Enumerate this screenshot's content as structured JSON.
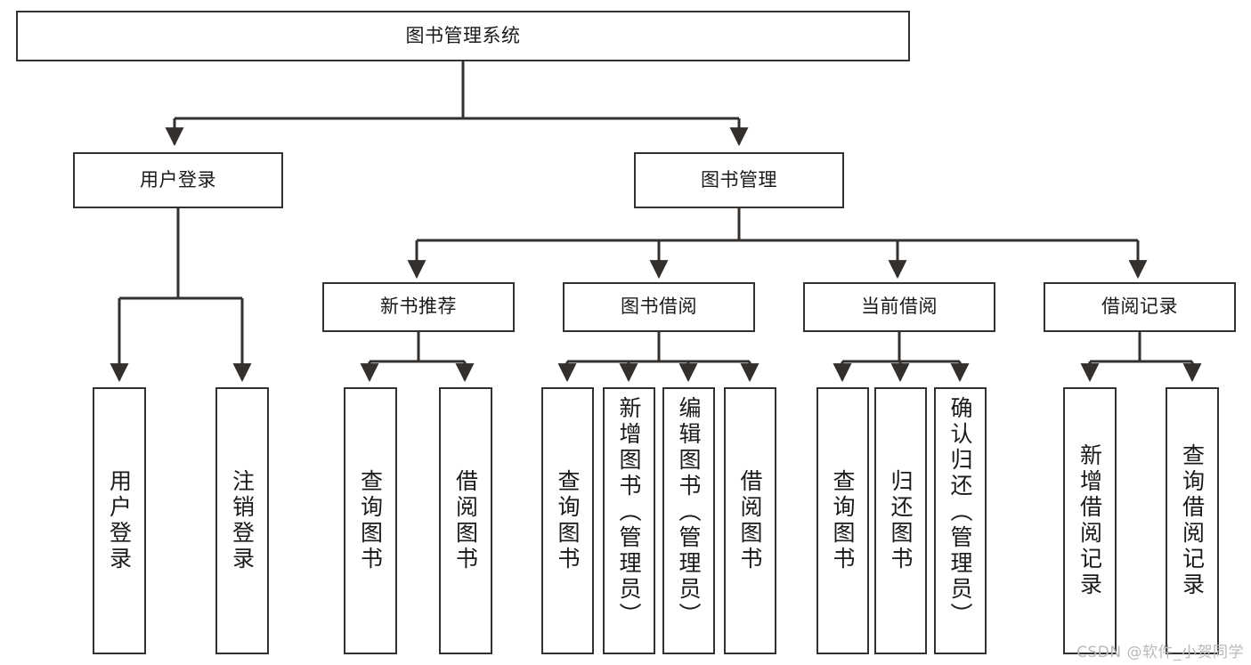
{
  "diagram": {
    "title": "图书管理系统",
    "type": "hierarchy-tree",
    "root": {
      "label": "图书管理系统"
    },
    "level1": [
      {
        "label": "用户登录"
      },
      {
        "label": "图书管理"
      }
    ],
    "level2": [
      {
        "label": "新书推荐"
      },
      {
        "label": "图书借阅"
      },
      {
        "label": "当前借阅"
      },
      {
        "label": "借阅记录"
      }
    ],
    "leaves": {
      "user_login": [
        {
          "label": "用户登录"
        },
        {
          "label": "注销登录"
        }
      ],
      "new_book_recommend": [
        {
          "label": "查询图书"
        },
        {
          "label": "借阅图书"
        }
      ],
      "book_borrow": [
        {
          "label": "查询图书"
        },
        {
          "label": "新增图书（管理员）"
        },
        {
          "label": "编辑图书（管理员）"
        },
        {
          "label": "借阅图书"
        }
      ],
      "current_borrow": [
        {
          "label": "查询图书"
        },
        {
          "label": "归还图书"
        },
        {
          "label": "确认归还（管理员）"
        }
      ],
      "borrow_record": [
        {
          "label": "新增借阅记录"
        },
        {
          "label": "查询借阅记录"
        }
      ]
    }
  },
  "watermark": {
    "text": "CSDN @软件_小贺同学"
  },
  "colors": {
    "stroke": "#33302e",
    "background": "#ffffff",
    "text": "#1a1a1a",
    "watermark": "#b9b9b9"
  }
}
